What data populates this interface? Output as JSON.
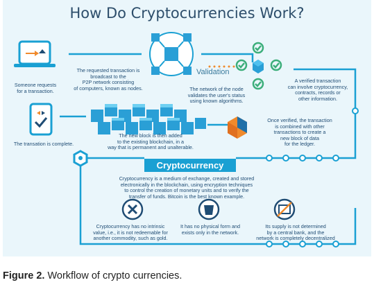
{
  "title": "How Do Cryptocurrencies Work?",
  "steps": {
    "request": "Someone requests\nfor a transaction.",
    "broadcast": "The requested transaction is\nbroadcast to the\nP2P network consisting\nof computers, known as nodes.",
    "validation_label": "Validation",
    "validation_text": "The network of the node\nvalidates the user's status\nusing known algorithms.",
    "verified": "A verified transaction\ncan involve cryptocurrency,\ncontracts, records or\nother information.",
    "combined": "Once verified, the transaction\nis combined with other\ntransactions to create a\nnew block of data\nfor the ledger.",
    "block_added": "The new block is then added\nto the existing blockchain, in a\nway that is permanent and unalterable.",
    "complete": "The transation is complete."
  },
  "cryptocurrency": {
    "banner": "Cryptocurrency",
    "description": "Cryptocurrency is a medium of exchange, created and stored\nelectronically in the blockchain, using encryption techniques\nto control the creation of monetary units and to verify the\ntransfer of funds. Bitcoin is the best known example.",
    "facts": [
      "Cryptocurrency has no intrinsic\nvalue, i.e., it is not redeemable for\nanother commodity, such as gold.",
      "It has no physical form and\nexists only in the network.",
      "Its supply is not determined\nby a central bank, and the\nnetwork is completely decentralized"
    ]
  },
  "caption": {
    "label": "Figure 2.",
    "text": " Workflow of crypto currencies."
  },
  "colors": {
    "background": "#eaf6fb",
    "accent": "#1aa0d3",
    "dark_blue": "#1f4c74",
    "orange": "#f08a2c",
    "green": "#3cae7a",
    "cube_blue": "#2a9fd6"
  },
  "icons": [
    "laptop-icon",
    "network-node-icon",
    "check-icon",
    "cube-icon",
    "phone-icon",
    "blockchain-icon",
    "block-icon",
    "gear-icon",
    "x-icon",
    "mouse-icon",
    "no-bank-icon"
  ]
}
